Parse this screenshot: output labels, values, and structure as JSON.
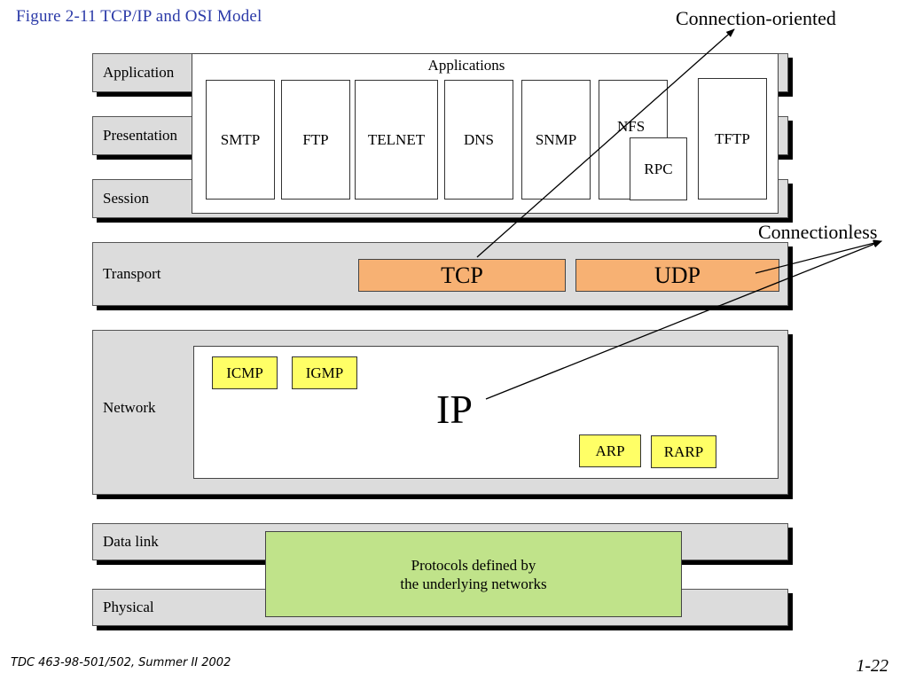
{
  "figure_title": "Figure  2-11 TCP/IP and OSI Model",
  "annotations": {
    "connection_oriented": "Connection-oriented",
    "connectionless": "Connectionless"
  },
  "layers": {
    "application": "Application",
    "presentation": "Presentation",
    "session": "Session",
    "transport": "Transport",
    "network": "Network",
    "data_link": "Data link",
    "physical": "Physical"
  },
  "applications": {
    "heading": "Applications",
    "protocols": [
      "SMTP",
      "FTP",
      "TELNET",
      "DNS",
      "SNMP",
      "NFS",
      "RPC",
      "TFTP"
    ]
  },
  "transport": {
    "tcp": "TCP",
    "udp": "UDP"
  },
  "network": {
    "ip": "IP",
    "icmp": "ICMP",
    "igmp": "IGMP",
    "arp": "ARP",
    "rarp": "RARP"
  },
  "underlying": {
    "line1": "Protocols defined by",
    "line2": "the underlying networks"
  },
  "colors": {
    "transport_box": "#f7b173",
    "network_box": "#ffff66",
    "underlying_box": "#c0e38a",
    "title": "#2b3aa8"
  },
  "footer": {
    "course": "TDC 463-98-501/502, Summer II 2002",
    "page": "1-22"
  }
}
